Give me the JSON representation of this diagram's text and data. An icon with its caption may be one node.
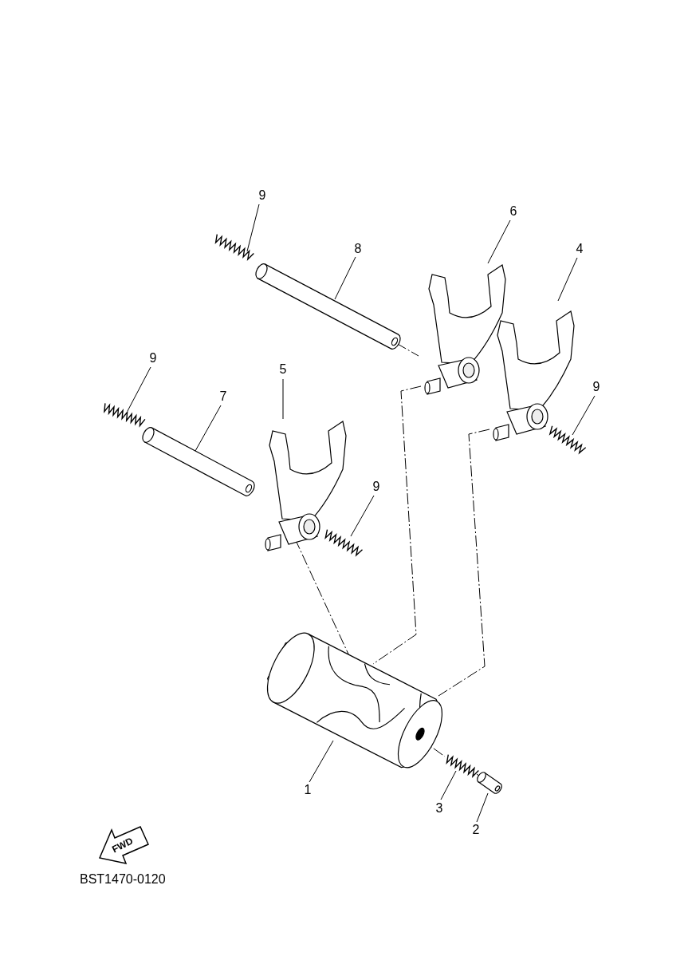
{
  "diagram": {
    "nodes": [
      {
        "text": [
          "9"
        ]
      },
      {
        "text": [
          "8"
        ]
      },
      {
        "text": [
          "6"
        ]
      },
      {
        "text": [
          "4"
        ]
      },
      {
        "text": [
          "9"
        ]
      },
      {
        "text": [
          "5"
        ]
      },
      {
        "text": [
          "7"
        ]
      },
      {
        "text": [
          "9"
        ]
      },
      {
        "text": [
          "9"
        ]
      },
      {
        "text": [
          "1"
        ]
      },
      {
        "text": [
          "3"
        ]
      },
      {
        "text": [
          "2"
        ]
      },
      {
        "text": [],
        "shape": "picture"
      },
      {
        "text": [],
        "shape": "picture"
      },
      {
        "text": [],
        "shape": "picture"
      },
      {
        "text": [],
        "shape": "picture"
      },
      {
        "text": [],
        "shape": "picture"
      },
      {
        "text": [],
        "shape": "picture"
      },
      {
        "text": [],
        "shape": "picture"
      },
      {
        "text": [],
        "shape": "picture"
      },
      {
        "text": [],
        "shape": "picture"
      },
      {
        "text": [],
        "shape": "picture"
      },
      {
        "text": [],
        "shape": "picture"
      },
      {
        "text": [],
        "shape": "picture"
      }
    ],
    "edges": [
      {
        "from": 0,
        "to": 12,
        "arrow": "none"
      },
      {
        "from": 1,
        "to": 13,
        "arrow": "none"
      },
      {
        "from": 2,
        "to": 14,
        "arrow": "none"
      },
      {
        "from": 3,
        "to": 15,
        "arrow": "none"
      },
      {
        "from": 4,
        "to": 16,
        "arrow": "none"
      },
      {
        "from": 5,
        "to": 18,
        "arrow": "none"
      },
      {
        "from": 6,
        "to": 17,
        "arrow": "none"
      },
      {
        "from": 7,
        "to": 19,
        "arrow": "none"
      },
      {
        "from": 8,
        "to": 20,
        "arrow": "none"
      },
      {
        "from": 9,
        "to": 21,
        "arrow": "none"
      },
      {
        "from": 10,
        "to": 22,
        "arrow": "none"
      },
      {
        "from": 11,
        "to": 23,
        "arrow": "none"
      },
      {
        "from": 13,
        "to": 14,
        "arrow": "none",
        "style": "dashed"
      },
      {
        "from": 14,
        "to": 21,
        "arrow": "none",
        "style": "dashed"
      },
      {
        "from": 15,
        "to": 21,
        "arrow": "none",
        "style": "dashed"
      },
      {
        "from": 18,
        "to": 21,
        "arrow": "none",
        "style": "dashed"
      },
      {
        "from": 21,
        "to": 22,
        "arrow": "none",
        "style": "dashed"
      },
      {
        "from": 22,
        "to": 23,
        "arrow": "none",
        "style": "dashed"
      }
    ],
    "labels": [
      "FWD",
      "BST1470-0120"
    ]
  }
}
